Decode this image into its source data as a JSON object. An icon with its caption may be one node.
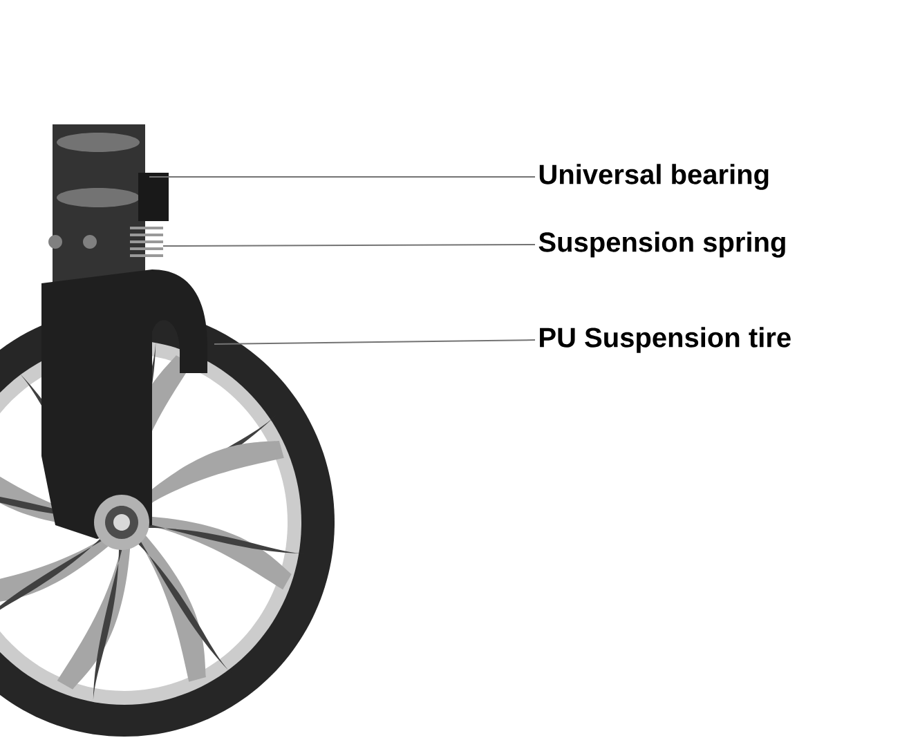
{
  "diagram": {
    "nodes": [
      {
        "text": [
          "Universal bearing"
        ]
      },
      {
        "text": [
          "Suspension spring"
        ]
      },
      {
        "text": [
          "PU Suspension tire"
        ]
      }
    ],
    "edges": [
      {
        "from": 0,
        "to": null,
        "arrow": "none"
      },
      {
        "from": 1,
        "to": null,
        "arrow": "none"
      },
      {
        "from": 2,
        "to": null,
        "arrow": "none"
      }
    ]
  }
}
